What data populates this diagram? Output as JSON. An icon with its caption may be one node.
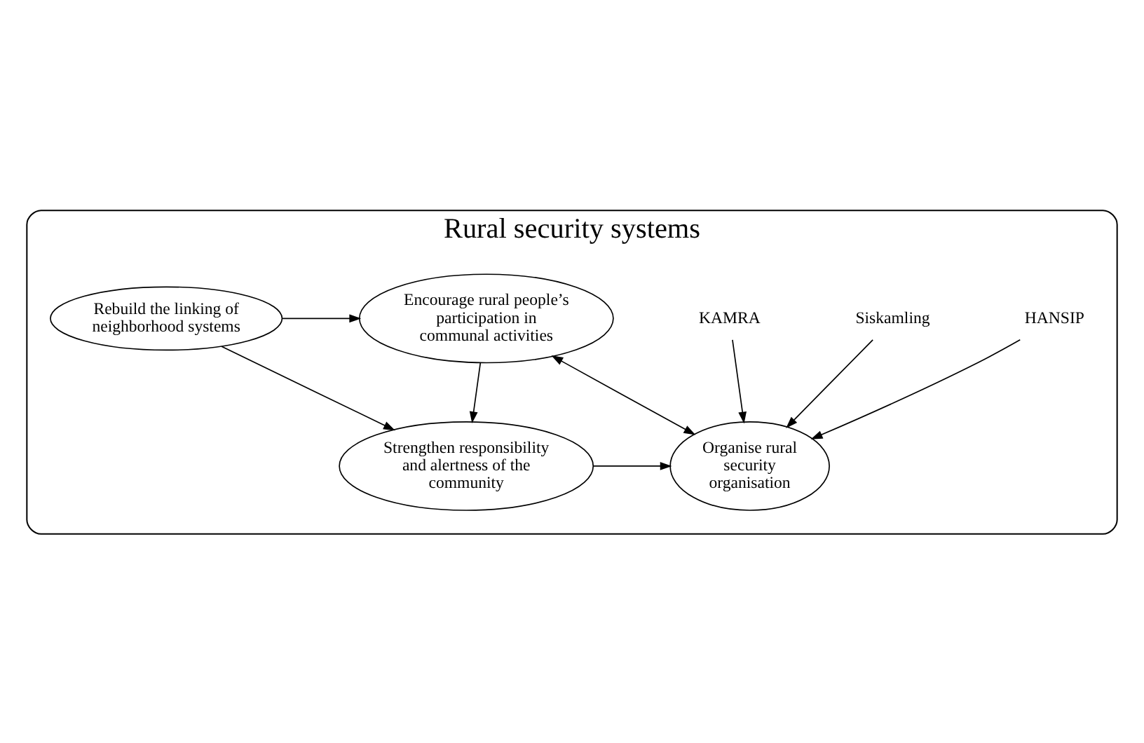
{
  "diagram": {
    "nodes": [
      {
        "text": [
          "Rural security systems"
        ]
      },
      {
        "text": [
          "Rebuild the linking of neighborhood systems"
        ],
        "in": 0
      },
      {
        "text": [
          "Encourage rural people’s participation in communal activities"
        ],
        "in": 0
      },
      {
        "text": [
          "Strengthen responsibility and alertness of the community"
        ],
        "in": 0
      },
      {
        "text": [
          "Organise rural security organisation"
        ],
        "in": 0
      },
      {
        "text": [
          "HANSIP"
        ],
        "in": 0
      },
      {
        "text": [
          "Siskamling"
        ],
        "in": 0
      },
      {
        "text": [
          "KAMRA"
        ],
        "in": 0
      }
    ],
    "edges": [
      {
        "from": 1,
        "to": 2,
        "arrow": "to"
      },
      {
        "from": 1,
        "to": 3,
        "arrow": "to"
      },
      {
        "from": 2,
        "to": 3,
        "arrow": "to"
      },
      {
        "from": 2,
        "to": 4,
        "arrow": "both"
      },
      {
        "from": 3,
        "to": 4,
        "arrow": "to"
      },
      {
        "from": 5,
        "to": 4,
        "arrow": "to"
      },
      {
        "from": 6,
        "to": 4,
        "arrow": "to"
      },
      {
        "from": 7,
        "to": 4,
        "arrow": "to"
      }
    ]
  }
}
